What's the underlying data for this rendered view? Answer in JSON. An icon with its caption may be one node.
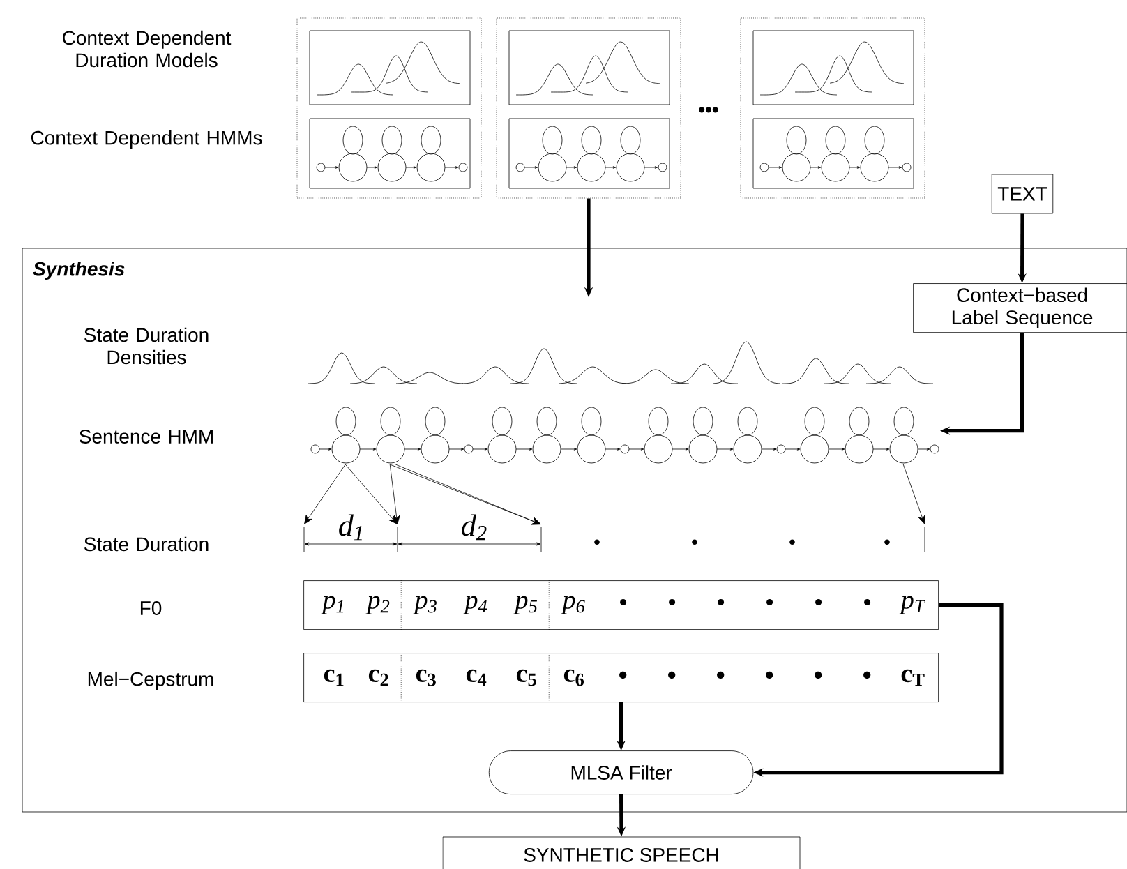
{
  "diagram": {
    "nodes": [
      {
        "text": [
          "Synthesis"
        ]
      },
      {
        "text": [],
        "shape": "box"
      },
      {
        "text": [],
        "shape": "box"
      },
      {
        "text": [],
        "shape": "box"
      },
      {
        "text": [
          "TEXT"
        ]
      },
      {
        "text": [
          "Context−based Label Sequence"
        ],
        "in": 0
      },
      {
        "text": [],
        "shape": "picture",
        "in": 0
      },
      {
        "text": [
          "p$_{1}$",
          "p$_{2}$",
          "p$_{3}$",
          "p$_{4}$",
          "p$_{5}$",
          "p$_{6}$",
          "•",
          "•",
          "•",
          "•",
          "•",
          "•",
          "p$_{T}$"
        ],
        "in": 0
      },
      {
        "text": [
          "c$_{1}$",
          "c$_{2}$",
          "c$_{3}$",
          "c$_{4}$",
          "c$_{5}$",
          "c$_{6}$",
          "•",
          "•",
          "•",
          "•",
          "•",
          "•",
          "c$_{T}$"
        ],
        "in": 0
      },
      {
        "text": [
          "MLSA Filter"
        ],
        "in": 0
      },
      {
        "text": [
          "SYNTHETIC SPEECH"
        ]
      }
    ],
    "edges": [
      {
        "from": 2,
        "to": null,
        "arrow": "to",
        "style": "thick"
      },
      {
        "from": 4,
        "to": 5,
        "arrow": "to",
        "style": "thick"
      },
      {
        "from": 5,
        "to": 6,
        "arrow": "to",
        "style": "thick"
      },
      {
        "from": 6,
        "to": null,
        "arrow": "to"
      },
      {
        "from": 6,
        "to": null,
        "arrow": "to"
      },
      {
        "from": 6,
        "to": null,
        "arrow": "to"
      },
      {
        "from": 6,
        "to": null,
        "arrow": "to"
      },
      {
        "from": 6,
        "to": null,
        "arrow": "to"
      },
      {
        "from": 6,
        "to": null,
        "arrow": "to"
      },
      {
        "from": 8,
        "to": 9,
        "arrow": "to",
        "style": "thick"
      },
      {
        "from": 7,
        "to": 9,
        "arrow": "to",
        "style": "thick"
      },
      {
        "from": 9,
        "to": 10,
        "arrow": "to",
        "style": "thick"
      }
    ],
    "labels": [
      "Context Dependent Duration Models",
      "Context Dependent HMMs",
      "•••",
      "State Duration Densities",
      "Sentence HMM",
      "State Duration",
      "d$_{1}$",
      "d$_{2}$",
      "•",
      "•",
      "•",
      "•",
      "F0",
      "Mel−Cepstrum"
    ]
  }
}
